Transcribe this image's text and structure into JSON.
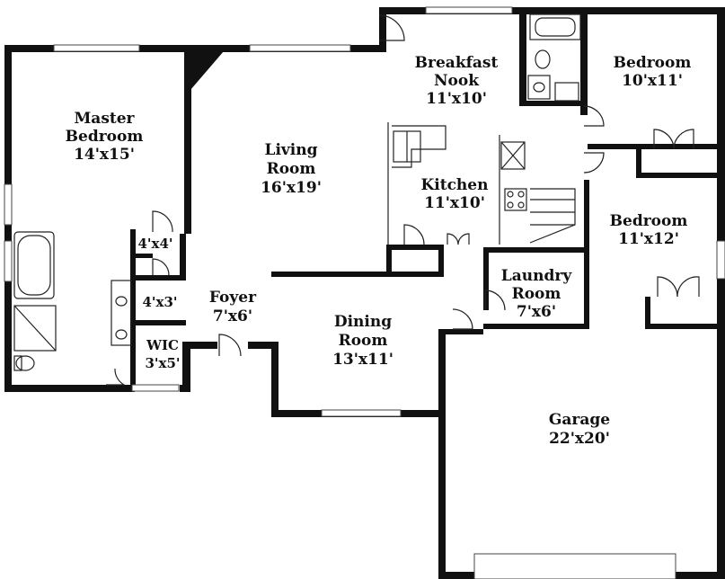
{
  "rooms": {
    "master_bedroom": {
      "name_line1": "Master",
      "name_line2": "Bedroom",
      "size": "14'x15'"
    },
    "living_room": {
      "name_line1": "Living",
      "name_line2": "Room",
      "size": "16'x19'"
    },
    "breakfast_nook": {
      "name_line1": "Breakfast",
      "name_line2": "Nook",
      "size": "11'x10'"
    },
    "bedroom_1": {
      "name": "Bedroom",
      "size": "10'x11'"
    },
    "kitchen": {
      "name": "Kitchen",
      "size": "11'x10'"
    },
    "bedroom_2": {
      "name": "Bedroom",
      "size": "11'x12'"
    },
    "closet_4x4": {
      "size": "4'x4'"
    },
    "closet_4x3": {
      "size": "4'x3'"
    },
    "foyer": {
      "name": "Foyer",
      "size": "7'x6'"
    },
    "wic": {
      "name": "WIC",
      "size": "3'x5'"
    },
    "dining_room": {
      "name": "Dining",
      "name_line2": "Room",
      "size": "13'x11'"
    },
    "laundry_room": {
      "name": "Laundry",
      "name_line2": "Room",
      "size": "7'x6'"
    },
    "garage": {
      "name": "Garage",
      "size": "22'x20'"
    }
  },
  "colors": {
    "wall": "#111111",
    "background": "#ffffff"
  }
}
